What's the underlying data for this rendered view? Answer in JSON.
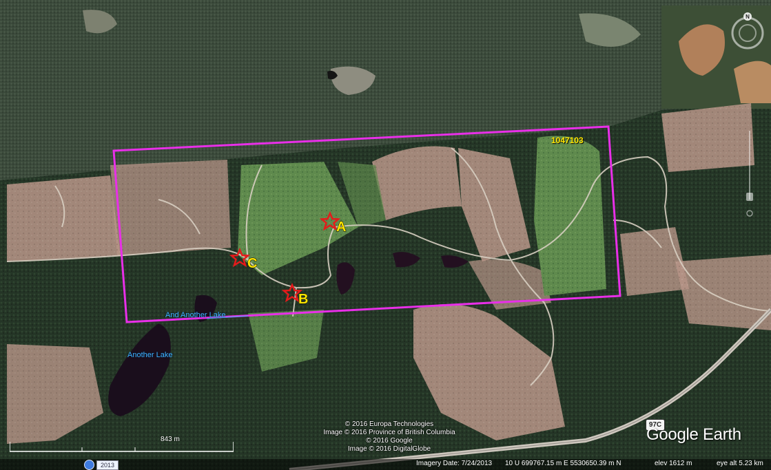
{
  "map": {
    "claim_id": "1047103",
    "lakes": [
      {
        "name": "And Another Lake"
      },
      {
        "name": "Another Lake"
      }
    ],
    "sites": [
      {
        "label": "A"
      },
      {
        "label": "B"
      },
      {
        "label": "C"
      }
    ],
    "highway_shield": "97C",
    "north_label": "N"
  },
  "credits": [
    "© 2016 Europa Technologies",
    "Image © 2016 Province of British Columbia",
    "© 2016 Google",
    "Image © 2016 DigitalGlobe"
  ],
  "logo": "Google Earth",
  "scale": {
    "label": "843 m"
  },
  "historical": {
    "year": "2013"
  },
  "status_bar": {
    "imagery_date": "Imagery Date: 7/24/2013",
    "coordinates": "10 U 699767.15 m E 5530650.39 m N",
    "elevation": "elev  1612 m",
    "eye_alt": "eye alt  5.23 km"
  },
  "colors": {
    "claim_outline": "#e82fe8",
    "star": "#e41b1b",
    "label_yellow": "#ffe600",
    "lake_label": "#3fb1ff"
  },
  "icons": [
    "compass-icon",
    "zoom-slider-icon",
    "clock-icon",
    "star-marker-icon"
  ]
}
